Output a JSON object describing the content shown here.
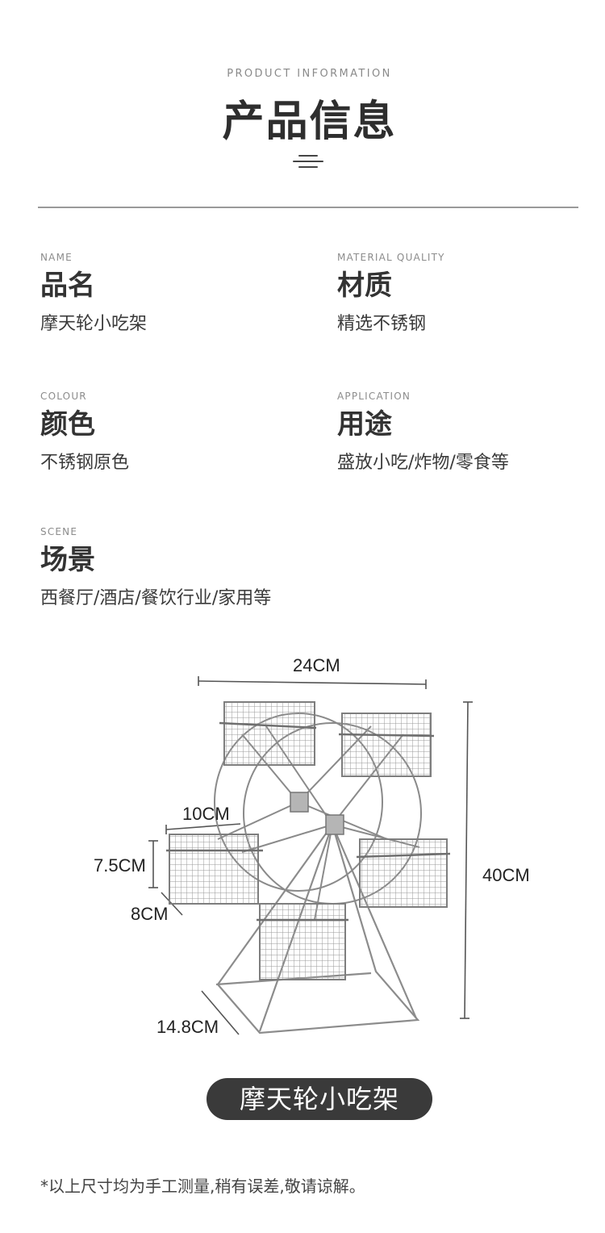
{
  "header": {
    "eyebrow": "PRODUCT INFORMATION",
    "title": "产品信息"
  },
  "info": {
    "name": {
      "en": "NAME",
      "cn": "品名",
      "value": "摩天轮小吃架"
    },
    "material": {
      "en": "MATERIAL QUALITY",
      "cn": "材质",
      "value": "精选不锈钢"
    },
    "colour": {
      "en": "COLOUR",
      "cn": "颜色",
      "value": "不锈钢原色"
    },
    "application": {
      "en": "APPLICATION",
      "cn": "用途",
      "value": "盛放小吃/炸物/零食等"
    },
    "scene": {
      "en": "SCENE",
      "cn": "场景",
      "value": "西餐厅/酒店/餐饮行业/家用等"
    }
  },
  "dimensions": {
    "width": "24CM",
    "height": "40CM",
    "basket_length": "10CM",
    "basket_height": "7.5CM",
    "basket_depth": "8CM",
    "base_depth": "14.8CM"
  },
  "product_label": "摩天轮小吃架",
  "footnote": "*以上尺寸均为手工测量,稍有误差,敬请谅解。"
}
